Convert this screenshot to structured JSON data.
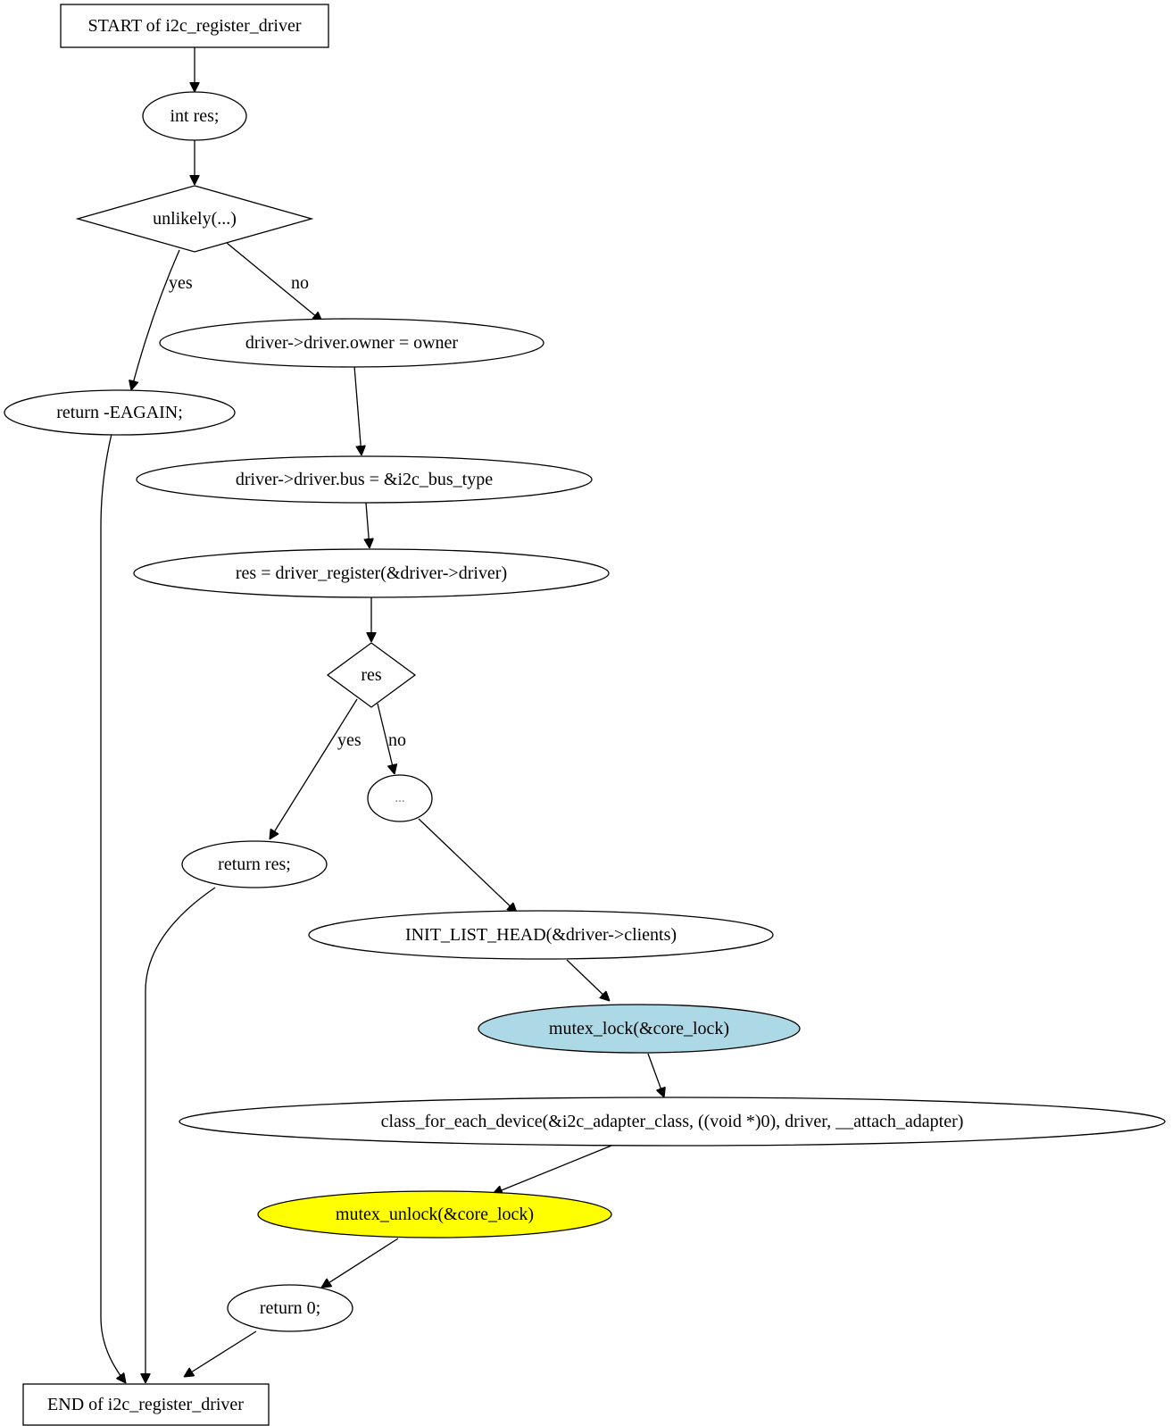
{
  "nodes": {
    "start": "START of i2c_register_driver",
    "decl": "int res;",
    "check_unlikely": "unlikely(...)",
    "ret_eagain": "return -EAGAIN;",
    "set_owner": "driver->driver.owner = owner",
    "set_bus": "driver->driver.bus = &i2c_bus_type",
    "call_register": "res = driver_register(&driver->driver)",
    "check_res": "res",
    "ret_res": "return res;",
    "ellipsis": "...",
    "init_list": "INIT_LIST_HEAD(&driver->clients)",
    "lock": "mutex_lock(&core_lock)",
    "for_each": "class_for_each_device(&i2c_adapter_class, ((void *)0), driver, __attach_adapter)",
    "unlock": "mutex_unlock(&core_lock)",
    "ret_zero": "return 0;",
    "end": "END of i2c_register_driver"
  },
  "edge_labels": {
    "unlikely_yes": "yes",
    "unlikely_no": "no",
    "res_yes": "yes",
    "res_no": "no"
  },
  "colors": {
    "lock_fill": "#add8e6",
    "unlock_fill": "#ffff00",
    "default_fill": "#ffffff",
    "stroke": "#000000"
  }
}
